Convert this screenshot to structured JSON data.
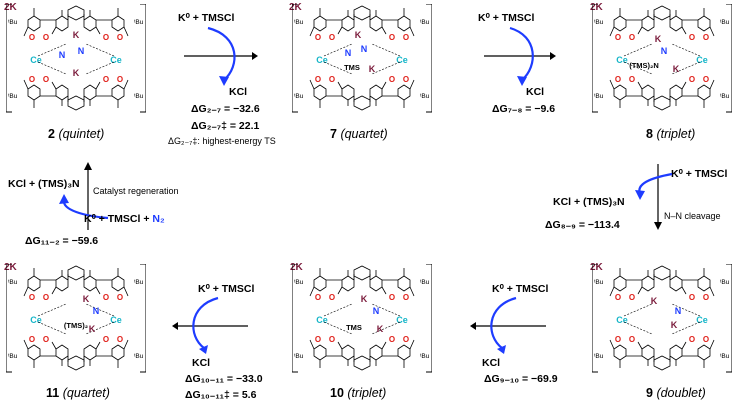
{
  "complexes": [
    {
      "id": "c2",
      "charge": "2K",
      "number": "2",
      "spin": "(quintet)"
    },
    {
      "id": "c7",
      "charge": "2K",
      "number": "7",
      "spin": "(quartet)"
    },
    {
      "id": "c8",
      "charge": "2K",
      "number": "8",
      "spin": "(triplet)"
    },
    {
      "id": "c9",
      "charge": "2K",
      "number": "9",
      "spin": "(doublet)"
    },
    {
      "id": "c10",
      "charge": "2K",
      "number": "10",
      "spin": "(triplet)"
    },
    {
      "id": "c11",
      "charge": "2K",
      "number": "11",
      "spin": "(quartet)"
    }
  ],
  "atoms": {
    "ce": "Ce",
    "k": "K",
    "n": "N",
    "o": "O",
    "tbu": "ᵗBu",
    "tms": "TMS",
    "tms2n": "(TMS)₂N",
    "tms2": "(TMS)₂"
  },
  "step_2_7": {
    "reagent": "K⁰ + TMSCl",
    "byproduct": "KCl",
    "dg": "ΔG₂₋₇ = −32.6",
    "dg_ts": "ΔG₂₋₇‡ = 22.1",
    "note": "ΔG₂₋₇‡: highest-energy TS"
  },
  "step_7_8": {
    "reagent": "K⁰ + TMSCl",
    "byproduct": "KCl",
    "dg": "ΔG₇₋₈ = −9.6"
  },
  "step_8_9": {
    "reagent": "K⁰ + TMSCl",
    "byproduct": "KCl + (TMS)₃N",
    "dg": "ΔG₈₋₉ = −113.4",
    "note": "N–N cleavage"
  },
  "step_9_10": {
    "reagent": "K⁰ + TMSCl",
    "byproduct": "KCl",
    "dg": "ΔG₉₋₁₀ = −69.9"
  },
  "step_10_11": {
    "reagent": "K⁰ + TMSCl",
    "byproduct": "KCl",
    "dg": "ΔG₁₀₋₁₁ = −33.0",
    "dg_ts": "ΔG₁₀₋₁₁‡ = 5.6"
  },
  "step_11_2": {
    "byproduct": "KCl + (TMS)₃N",
    "note": "Catalyst regeneration",
    "reagent": "K⁰ + TMSCl +",
    "reagent_n2": "N₂",
    "dg": "ΔG₁₁₋₂ = −59.6"
  },
  "colors": {
    "cerium": "#15b5c8",
    "oxygen": "#e0201a",
    "potassium": "#7a1a3a",
    "nitrogen": "#1e3cff",
    "arrow_curve": "#1e3cff"
  }
}
